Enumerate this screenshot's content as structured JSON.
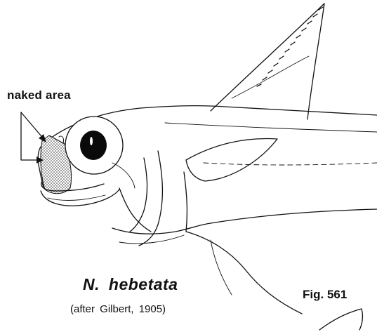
{
  "annotation": {
    "label": "naked area"
  },
  "caption": {
    "species": "N.  hebetata",
    "citation": "(after   Gilbert, 1905)",
    "figure_number": "Fig. 561"
  },
  "colors": {
    "ink": "#111111",
    "background": "#ffffff"
  }
}
